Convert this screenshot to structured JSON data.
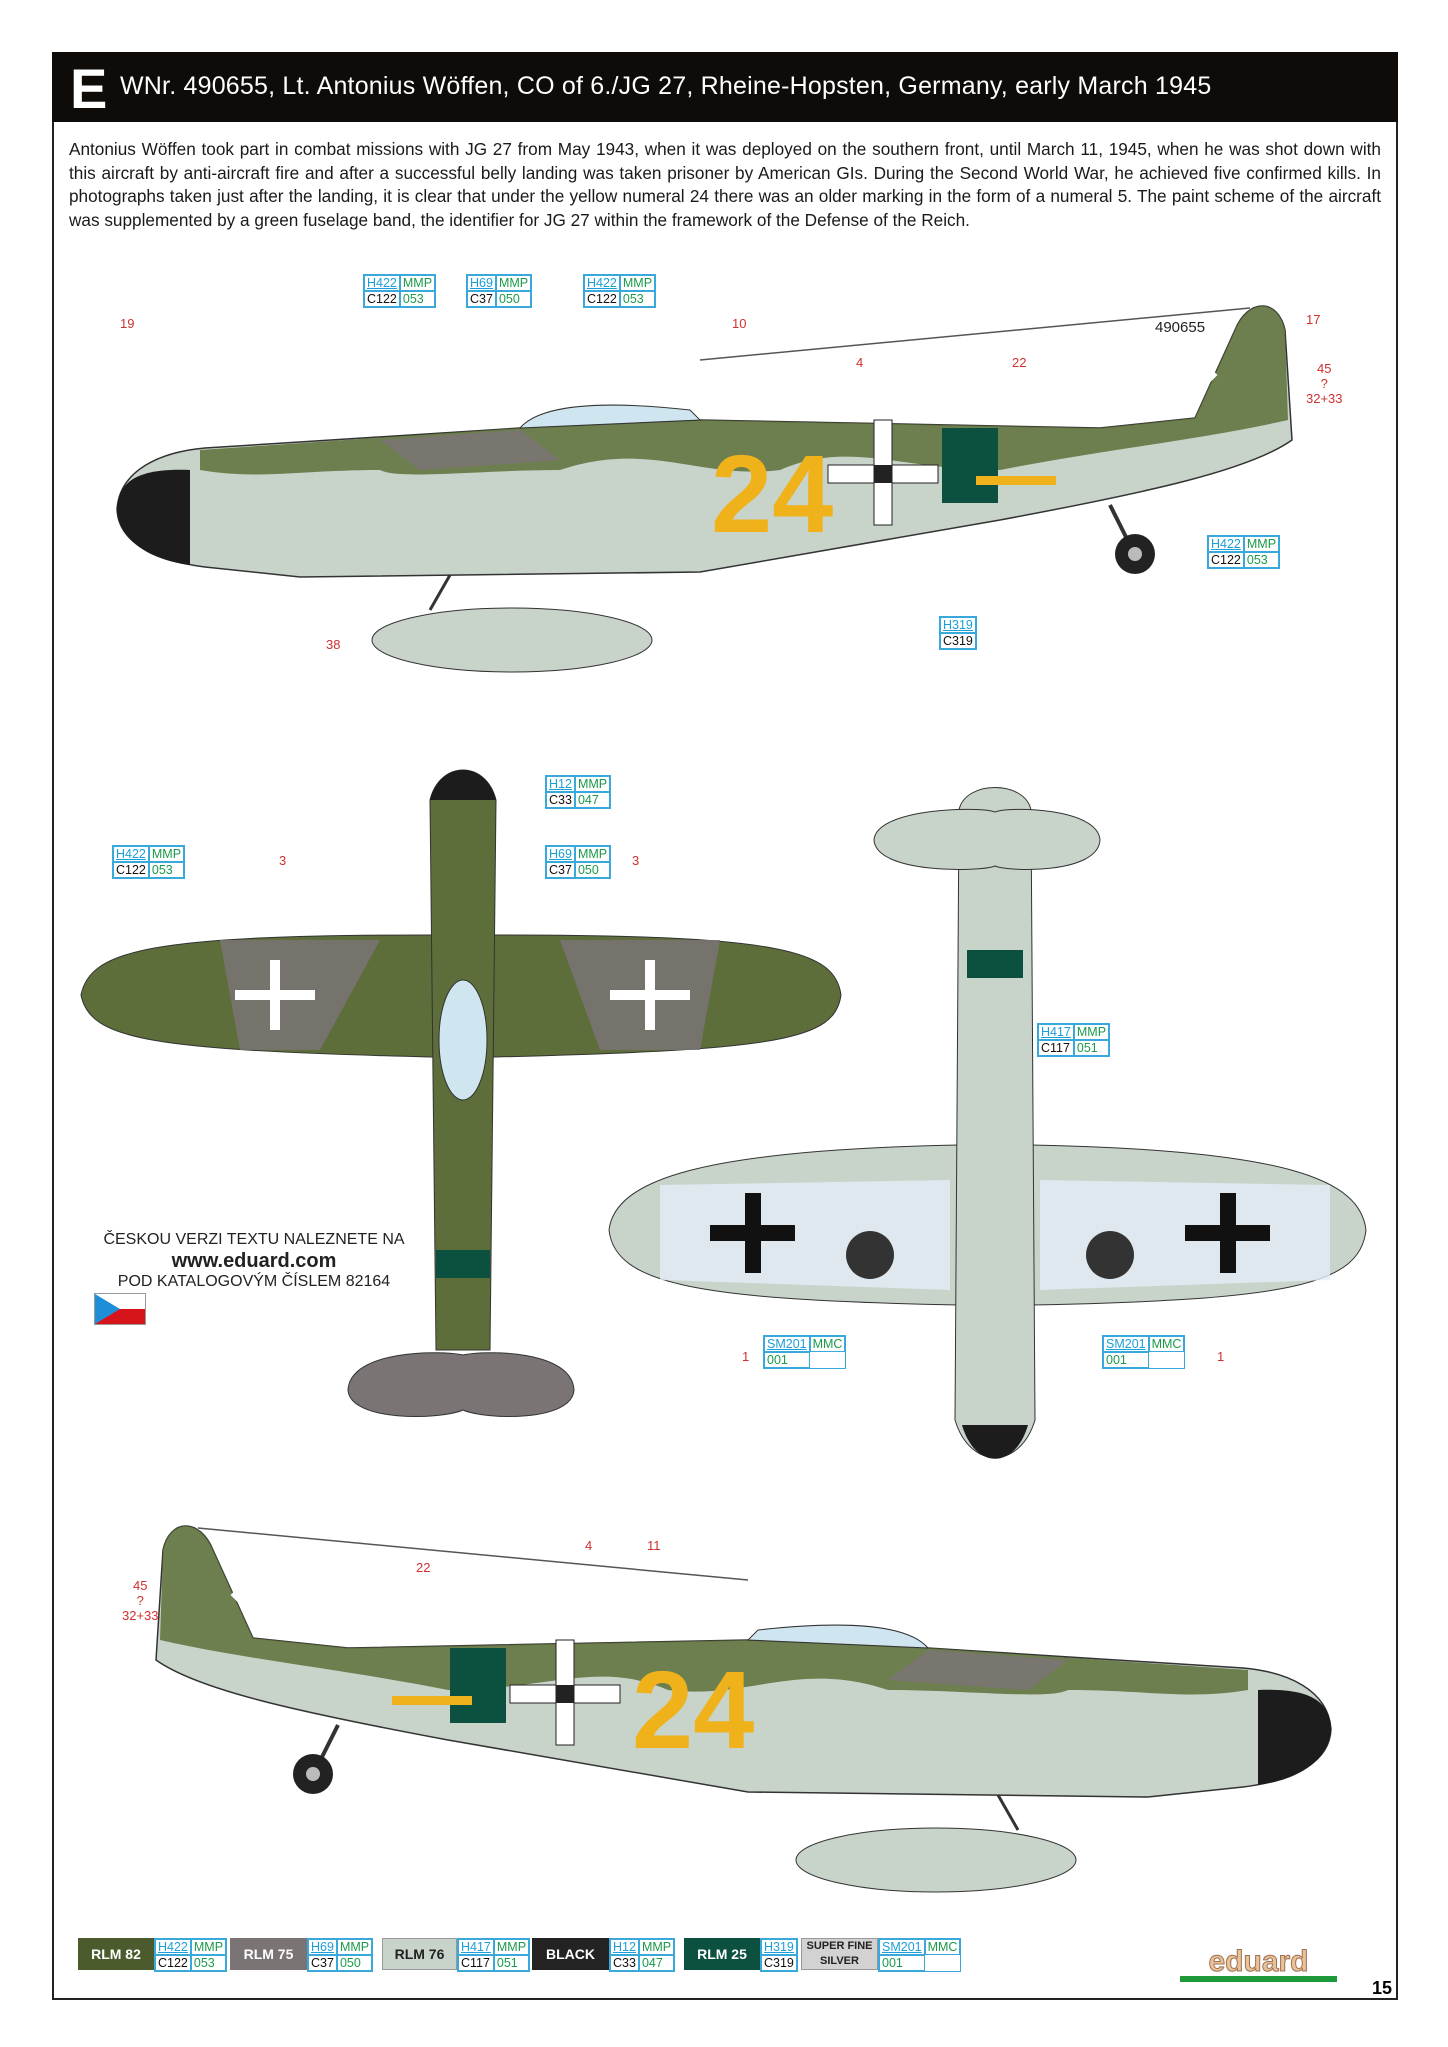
{
  "header": {
    "letter": "E",
    "title": "WNr. 490655, Lt. Antonius Wöffen, CO of 6./JG 27, Rheine-Hopsten, Germany, early March 1945"
  },
  "intro": "Antonius Wöffen took part in combat missions with JG 27 from May 1943, when it was deployed on the southern front, until March 11, 1945, when he was shot down with this aircraft by anti-aircraft fire and after a successful belly landing was taken prisoner by American GIs. During the Second World War, he achieved five confirmed kills. In photographs taken just after the landing, it is clear that under the yellow numeral 24 there was an older marking in the form of a numeral 5. The paint scheme of the aircraft was supplemented by a green fuselage band, the identifier for JG 27 within the framework of the Defense of the Reich.",
  "markings": {
    "numeral": "24",
    "werknummer": "490655"
  },
  "callouts": [
    {
      "h": "H422",
      "m": "MMP",
      "c": "C122",
      "n": "053"
    },
    {
      "h": "H69",
      "m": "MMP",
      "c": "C37",
      "n": "050"
    },
    {
      "h": "H422",
      "m": "MMP",
      "c": "C122",
      "n": "053"
    },
    {
      "h": "H422",
      "m": "MMP",
      "c": "C122",
      "n": "053"
    },
    {
      "h": "H319",
      "c": "C319"
    },
    {
      "h": "H12",
      "m": "MMP",
      "c": "C33",
      "n": "047"
    },
    {
      "h": "H422",
      "m": "MMP",
      "c": "C122",
      "n": "053"
    },
    {
      "h": "H69",
      "m": "MMP",
      "c": "C37",
      "n": "050"
    },
    {
      "h": "H417",
      "m": "MMP",
      "c": "C117",
      "n": "051"
    },
    {
      "h": "SM201",
      "m": "MMC",
      "n": "001"
    },
    {
      "h": "SM201",
      "m": "MMC",
      "n": "001"
    }
  ],
  "labels": [
    "19",
    "10",
    "4",
    "22",
    "17",
    "45\n?\n32+33",
    "38",
    "3",
    "3",
    "1",
    "1",
    "45\n?\n32+33",
    "22",
    "4",
    "11"
  ],
  "czech": {
    "line1": "ČESKOU VERZI TEXTU NALEZNETE NA",
    "url": "www.eduard.com",
    "line2": "POD KATALOGOVÝM ČÍSLEM 82164"
  },
  "legend": [
    {
      "name": "RLM 82",
      "color": "#4b5b2d",
      "h": "H422",
      "m": "MMP",
      "c": "C122",
      "n": "053"
    },
    {
      "name": "RLM 75",
      "color": "#7a7475",
      "h": "H69",
      "m": "MMP",
      "c": "C37",
      "n": "050"
    },
    {
      "name": "RLM 76",
      "color": "#c8d3ca",
      "h": "H417",
      "m": "MMP",
      "c": "C117",
      "n": "051"
    },
    {
      "name": "BLACK",
      "color": "#232323",
      "h": "H12",
      "m": "MMP",
      "c": "C33",
      "n": "047"
    },
    {
      "name": "RLM 25",
      "color": "#0c5140",
      "h": "H319",
      "c": "C319"
    },
    {
      "name": "SUPER FINE SILVER",
      "color": "#d2d2d2",
      "h": "SM201",
      "m": "MMC",
      "n": "001"
    }
  ],
  "brand": "eduard",
  "page_number": "15"
}
